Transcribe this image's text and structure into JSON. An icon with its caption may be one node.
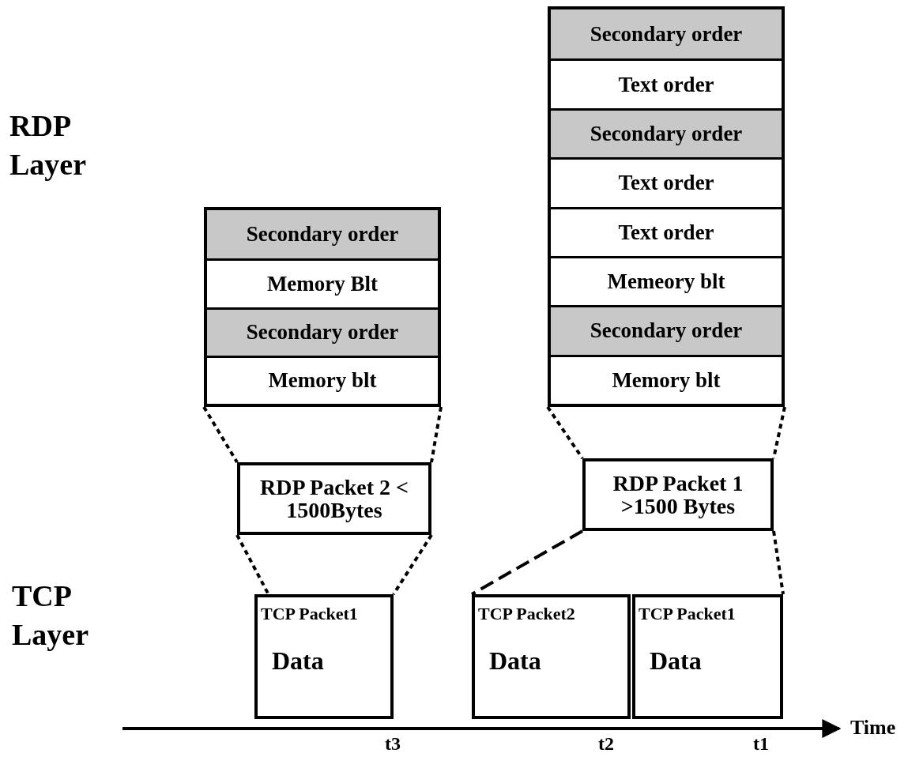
{
  "diagram": {
    "nodes": [
      {
        "text": [],
        "shape": "box"
      },
      {
        "text": [
          "Secondary order"
        ],
        "in": 0
      },
      {
        "text": [
          "Memory Blt"
        ],
        "in": 0
      },
      {
        "text": [
          "Secondary order"
        ],
        "in": 0
      },
      {
        "text": [
          "Memory blt"
        ],
        "in": 0
      },
      {
        "text": [],
        "shape": "box"
      },
      {
        "text": [
          "Secondary order"
        ],
        "in": 5
      },
      {
        "text": [
          "Text order"
        ],
        "in": 5
      },
      {
        "text": [
          "Secondary order"
        ],
        "in": 5
      },
      {
        "text": [
          "Text order"
        ],
        "in": 5
      },
      {
        "text": [
          "Text order"
        ],
        "in": 5
      },
      {
        "text": [
          "Memeory blt"
        ],
        "in": 5
      },
      {
        "text": [
          "Secondary order"
        ],
        "in": 5
      },
      {
        "text": [
          "Memory blt"
        ],
        "in": 5
      },
      {
        "text": [
          "RDP Packet 2 < 1500Bytes"
        ]
      },
      {
        "text": [
          "RDP Packet 1 >1500 Bytes"
        ]
      },
      {
        "text": [
          "TCP Packet1",
          "Data"
        ]
      },
      {
        "text": [
          "TCP Packet2",
          "Data"
        ]
      },
      {
        "text": [
          "TCP Packet1",
          "Data"
        ]
      }
    ],
    "edges": [
      {
        "from": 0,
        "to": 14,
        "arrow": "none",
        "style": "dashed"
      },
      {
        "from": 0,
        "to": 14,
        "arrow": "none",
        "style": "dashed"
      },
      {
        "from": 5,
        "to": 15,
        "arrow": "none",
        "style": "dashed"
      },
      {
        "from": 5,
        "to": 15,
        "arrow": "none",
        "style": "dashed"
      },
      {
        "from": 14,
        "to": 16,
        "arrow": "none",
        "style": "dashed"
      },
      {
        "from": 14,
        "to": 16,
        "arrow": "none",
        "style": "dashed"
      },
      {
        "from": 15,
        "to": 17,
        "arrow": "none",
        "style": "dashed"
      },
      {
        "from": 15,
        "to": 18,
        "arrow": "none",
        "style": "dashed"
      }
    ],
    "labels": [
      "RDP Layer",
      "TCP Layer",
      "Time",
      "t3",
      "t2",
      "t1"
    ]
  }
}
